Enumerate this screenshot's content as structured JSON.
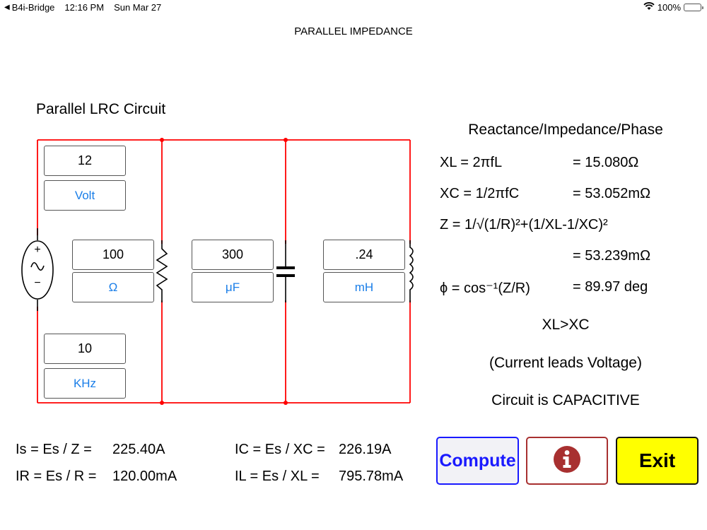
{
  "status_bar": {
    "back_app": "B4i-Bridge",
    "time": "12:16 PM",
    "date": "Sun Mar 27",
    "battery_percent": "100%",
    "battery_level": 1.0
  },
  "nav": {
    "title": "PARALLEL IMPEDANCE"
  },
  "circuit": {
    "title": "Parallel LRC Circuit",
    "colors": {
      "wire": "#ff0000",
      "component": "#000000",
      "unit_text": "#1a7ee8"
    },
    "voltage": {
      "value": "12",
      "unit": "Volt"
    },
    "frequency": {
      "value": "10",
      "unit": "KHz"
    },
    "resistor": {
      "value": "100",
      "unit": "Ω"
    },
    "capacitor": {
      "value": "300",
      "unit": "μF"
    },
    "inductor": {
      "value": ".24",
      "unit": "mH"
    },
    "source_plus": "+",
    "source_minus": "−",
    "source_wave": "∿"
  },
  "results": {
    "title": "Reactance/Impedance/Phase",
    "rows": [
      {
        "formula": "XL = 2πfL",
        "value": "=  15.080Ω"
      },
      {
        "formula": "XC = 1/2πfC",
        "value": "=  53.052mΩ"
      },
      {
        "formula": "Z =  1/√(1/R)²+(1/XL-1/XC)²",
        "value": ""
      },
      {
        "formula": "",
        "value": "=  53.239mΩ"
      },
      {
        "formula": "ϕ = cos⁻¹(Z/R)",
        "value": "=  89.97 deg"
      }
    ],
    "comparison": "XL>XC",
    "lead_lag": "(Current leads Voltage)",
    "circuit_type": "Circuit is CAPACITIVE"
  },
  "currents": {
    "is": {
      "label": "Is = Es / Z =",
      "value": "225.40A"
    },
    "ir": {
      "label": "IR  = Es / R =",
      "value": "120.00mA"
    },
    "ic": {
      "label": "IC  = Es / XC =",
      "value": "226.19A"
    },
    "il": {
      "label": "IL  = Es / XL =",
      "value": "795.78mA"
    }
  },
  "buttons": {
    "compute": "Compute",
    "info_icon": "info-circle",
    "exit": "Exit",
    "colors": {
      "compute": "#1a1aff",
      "info": "#a83030",
      "exit_bg": "#ffff00"
    }
  }
}
